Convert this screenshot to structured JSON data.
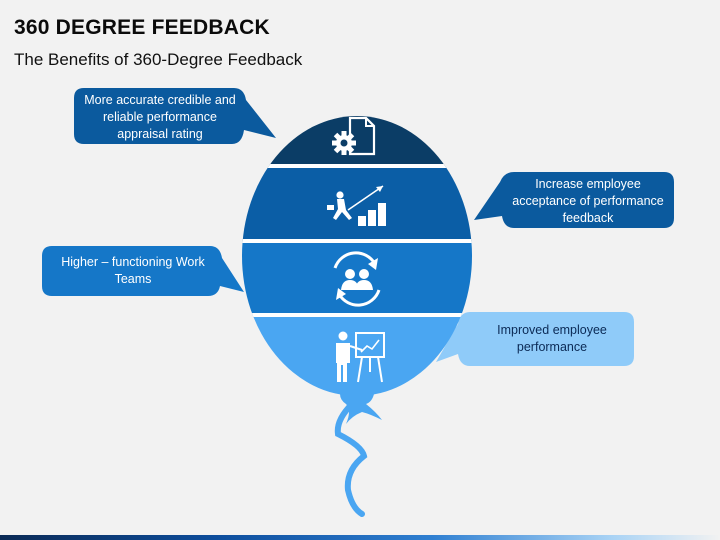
{
  "header": {
    "title": "360 DEGREE FEEDBACK",
    "subtitle": "The Benefits of 360-Degree Feedback"
  },
  "colors": {
    "band_1": "#0b3d66",
    "band_2": "#0b5ea6",
    "band_3": "#1577c8",
    "band_4": "#4aa6f2",
    "callout_1": "#0b5a9e",
    "callout_2": "#0b5a9e",
    "callout_3": "#1577c8",
    "callout_4": "#8fcbf9",
    "string": "#4aa6f2",
    "separator": "#ffffff"
  },
  "callouts": [
    {
      "text": "More accurate credible and reliable performance appraisal rating",
      "icon": "gear-document-icon"
    },
    {
      "text": "Increase employee acceptance of performance feedback",
      "icon": "businessman-climbing-chart-icon"
    },
    {
      "text": "Higher – functioning Work Teams",
      "icon": "team-refresh-icon"
    },
    {
      "text": "Improved employee performance",
      "icon": "presenter-board-icon"
    }
  ]
}
